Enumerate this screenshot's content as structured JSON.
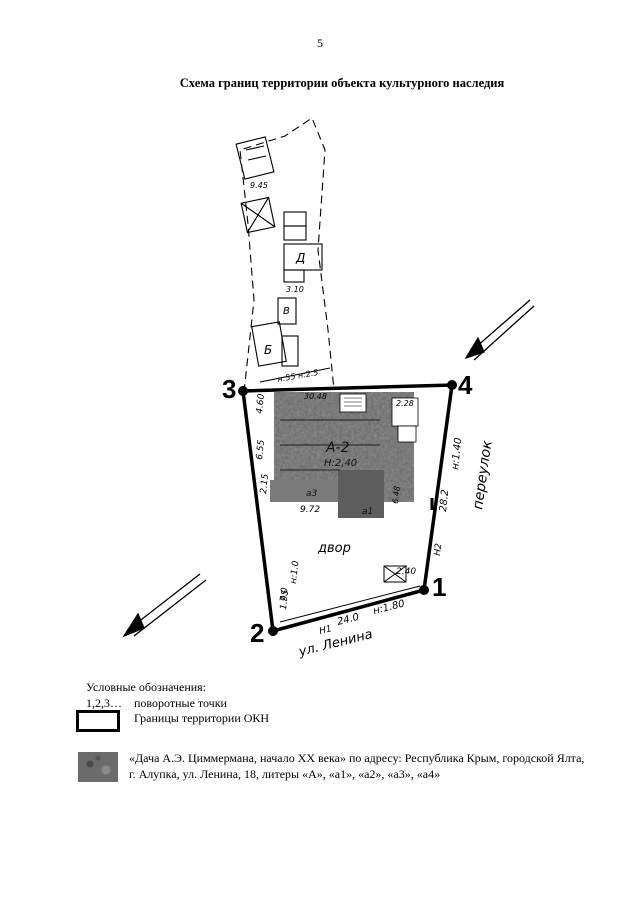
{
  "page": {
    "number": "5"
  },
  "title": "Схема границ территории объекта культурного наследия",
  "map": {
    "points": {
      "p1": "1",
      "p2": "2",
      "p3": "3",
      "p4": "4"
    },
    "labels": {
      "street": "ул. Ленина",
      "lane": "переулок",
      "yard": "двор",
      "house": "А-2",
      "house_sub": "Н:2,40"
    },
    "dims": {
      "d1": "24.0",
      "d2": "н:1.80",
      "d3": "2.40",
      "d4": "28.2",
      "d5": "н:1.40",
      "d6": "9.72",
      "d7": "6.55",
      "d8": "4.60",
      "d9": "2.15",
      "d10": "30.48",
      "d11": "1.95",
      "d12": "н:1.0",
      "d13": "7.0",
      "d14": "н:55 н:2.5",
      "d15": "Д",
      "d16": "Б",
      "d17": "В",
      "d18": "9.45",
      "d19": "3.10",
      "d20": "2.28",
      "d21": "6.48",
      "d22": "Н1",
      "d23": "Н2",
      "d24": "а1",
      "d25": "а3"
    }
  },
  "legend": {
    "heading": "Условные обозначения:",
    "points_key": "1,2,3…",
    "points_desc": "поворотные точки",
    "boundary_desc": "Границы территории ОКН",
    "okn_desc": "«Дача А.Э. Циммермана, начало XX века» по адресу: Республика Крым, городской Ялта, г. Алупка, ул. Ленина, 18, литеры «А», «а1», «а2», «а3», «а4»"
  }
}
